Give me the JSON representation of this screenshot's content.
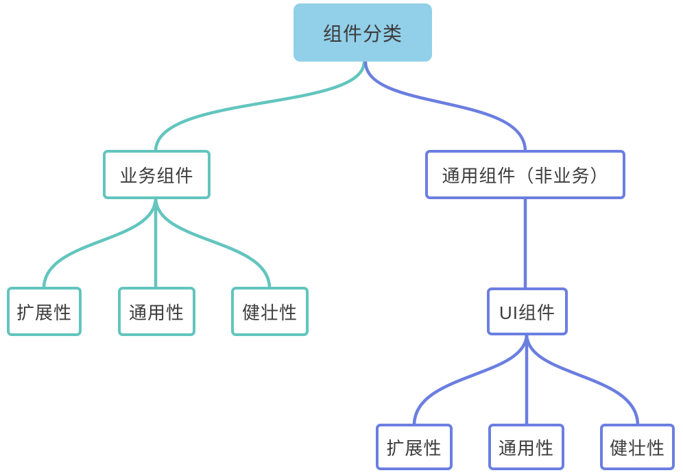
{
  "diagram": {
    "title_node": {
      "label": "组件分类"
    },
    "tree": {
      "root": {
        "label": "组件分类"
      },
      "business": {
        "label": "业务组件",
        "children": [
          {
            "label": "扩展性"
          },
          {
            "label": "通用性"
          },
          {
            "label": "健壮性"
          }
        ]
      },
      "general": {
        "label": "通用组件（非业务）",
        "ui": {
          "label": "UI组件",
          "children": [
            {
              "label": "扩展性"
            },
            {
              "label": "通用性"
            },
            {
              "label": "健壮性"
            }
          ]
        }
      }
    },
    "colors": {
      "root_fill": "#92cfe9",
      "teal_branch": "#62c5be",
      "blue_branch": "#6b7ee0",
      "text": "#3c3c3c",
      "background": "#ffffff"
    }
  }
}
